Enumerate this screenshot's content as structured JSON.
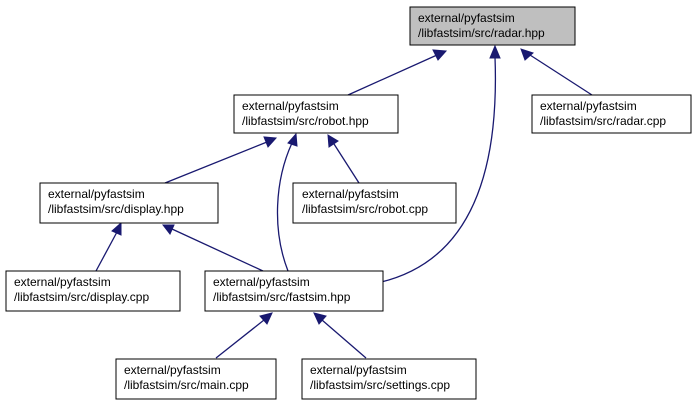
{
  "graph": {
    "colors": {
      "edge": "#191970",
      "root_fill": "#bfbfbf",
      "node_fill": "#ffffff",
      "border": "#000000"
    },
    "nodes": {
      "radar_hpp": {
        "line1": "external/pyfastsim",
        "line2": "/libfastsim/src/radar.hpp",
        "highlighted": true
      },
      "robot_hpp": {
        "line1": "external/pyfastsim",
        "line2": "/libfastsim/src/robot.hpp"
      },
      "radar_cpp": {
        "line1": "external/pyfastsim",
        "line2": "/libfastsim/src/radar.cpp"
      },
      "display_hpp": {
        "line1": "external/pyfastsim",
        "line2": "/libfastsim/src/display.hpp"
      },
      "robot_cpp": {
        "line1": "external/pyfastsim",
        "line2": "/libfastsim/src/robot.cpp"
      },
      "display_cpp": {
        "line1": "external/pyfastsim",
        "line2": "/libfastsim/src/display.cpp"
      },
      "fastsim_hpp": {
        "line1": "external/pyfastsim",
        "line2": "/libfastsim/src/fastsim.hpp"
      },
      "main_cpp": {
        "line1": "external/pyfastsim",
        "line2": "/libfastsim/src/main.cpp"
      },
      "settings_cpp": {
        "line1": "external/pyfastsim",
        "line2": "/libfastsim/src/settings.cpp"
      }
    }
  }
}
